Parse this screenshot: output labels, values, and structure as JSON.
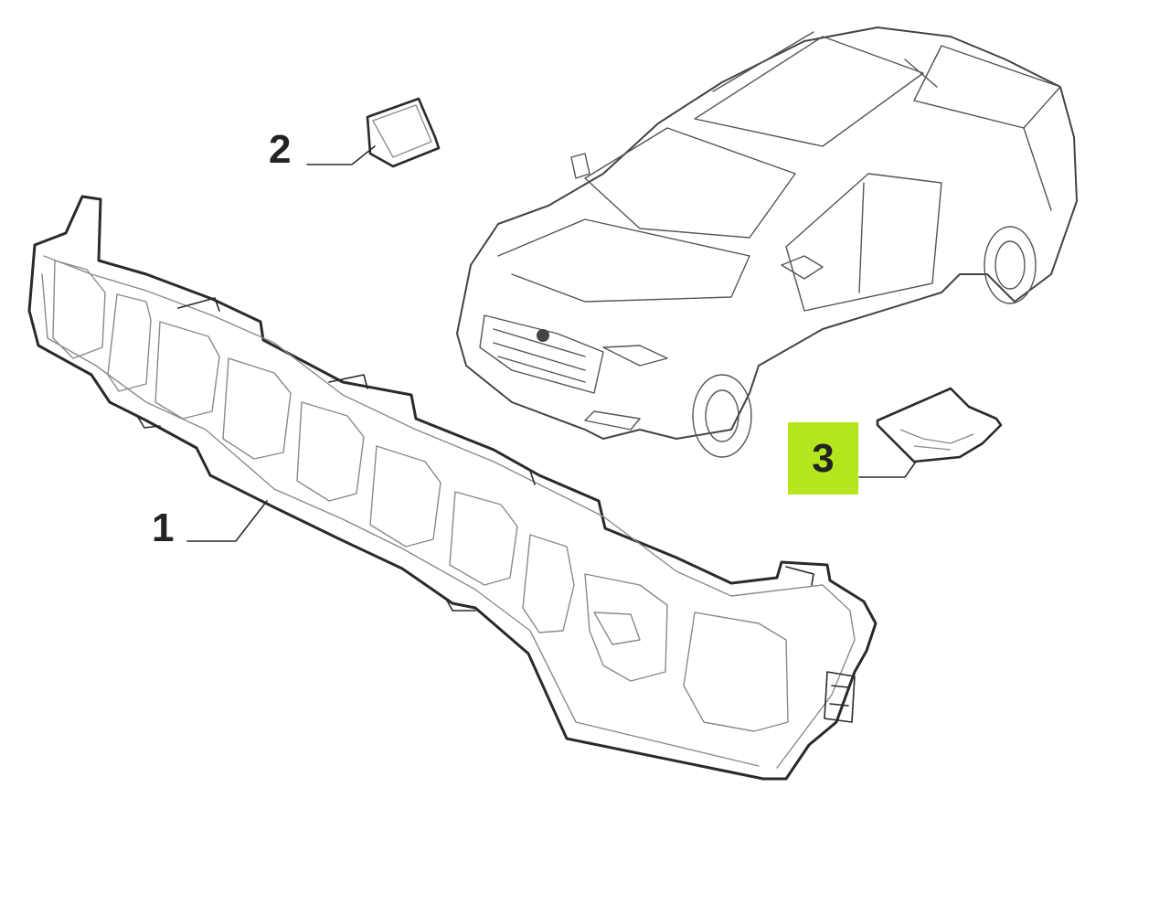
{
  "callouts": {
    "part_1": "1",
    "part_2": "2",
    "part_3": "3"
  },
  "colors": {
    "highlight": "#b5e61d",
    "line": "#2a2a2a",
    "thin_line": "#8a8a8a"
  }
}
